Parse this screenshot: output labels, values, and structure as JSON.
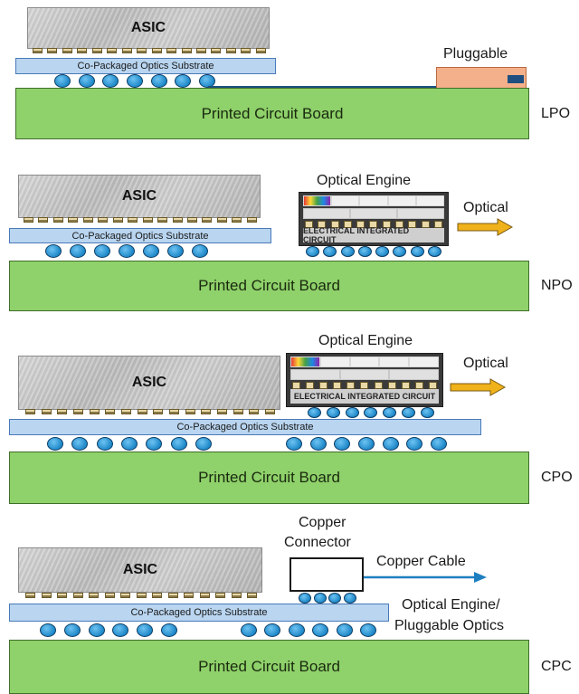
{
  "labels": {
    "asic": "ASIC",
    "substrate": "Co-Packaged Optics Substrate",
    "pcb": "Printed Circuit Board",
    "pluggable": "Pluggable",
    "optical_engine": "Optical Engine",
    "optical": "Optical",
    "electrical_ic": "ELECTRICAL INTEGRATED CIRCUIT",
    "copper_connector_line1": "Copper",
    "copper_connector_line2": "Connector",
    "copper_cable": "Copper Cable",
    "oe_pluggable_line1": "Optical Engine/",
    "oe_pluggable_line2": "Pluggable Optics"
  },
  "rows": {
    "lpo": "LPO",
    "npo": "NPO",
    "cpo": "CPO",
    "cpc": "CPC"
  },
  "colors": {
    "pcb": "#8fd16a",
    "substrate": "#b9d5f0",
    "solder_ball": "#1e88c8",
    "optical_arrow": "#f0b21a",
    "copper_arrow": "#1e7fc0",
    "pluggable": "#f4b08a"
  }
}
